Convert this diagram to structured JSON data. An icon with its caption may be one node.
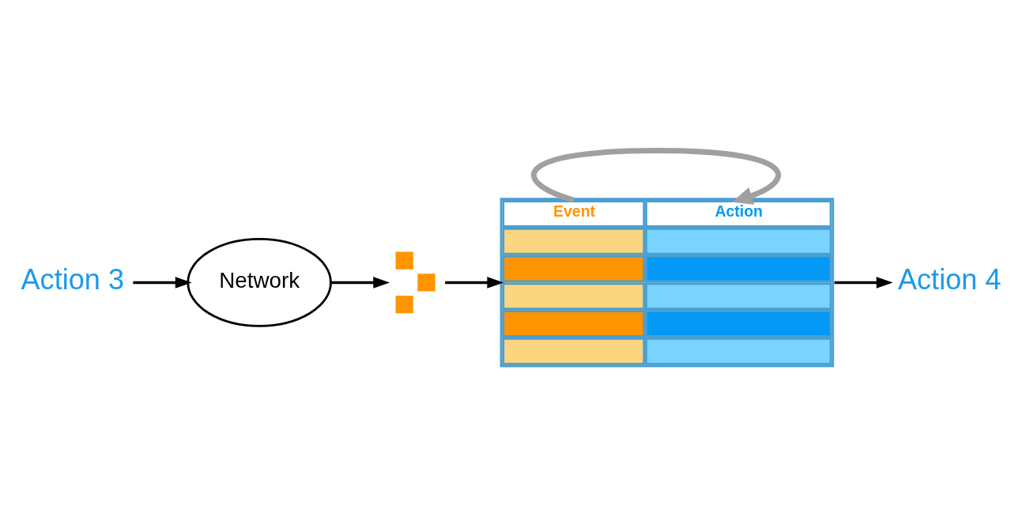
{
  "diagram": {
    "nodes": [
      {
        "text": [
          "Action 3"
        ]
      },
      {
        "text": [
          "Network"
        ]
      },
      {
        "text": [],
        "shape": "picture"
      },
      {
        "text": [
          "Event",
          "Action"
        ]
      },
      {
        "text": [
          "Action 4"
        ]
      }
    ],
    "edges": [
      {
        "from": 0,
        "to": 1,
        "arrow": "to"
      },
      {
        "from": 1,
        "to": 2,
        "arrow": "to"
      },
      {
        "from": 2,
        "to": 3,
        "arrow": "to"
      },
      {
        "from": 3,
        "to": 3,
        "arrow": "to",
        "style": "thick",
        "color": "#a0a0a0"
      },
      {
        "from": 3,
        "to": 4,
        "arrow": "to"
      }
    ]
  }
}
